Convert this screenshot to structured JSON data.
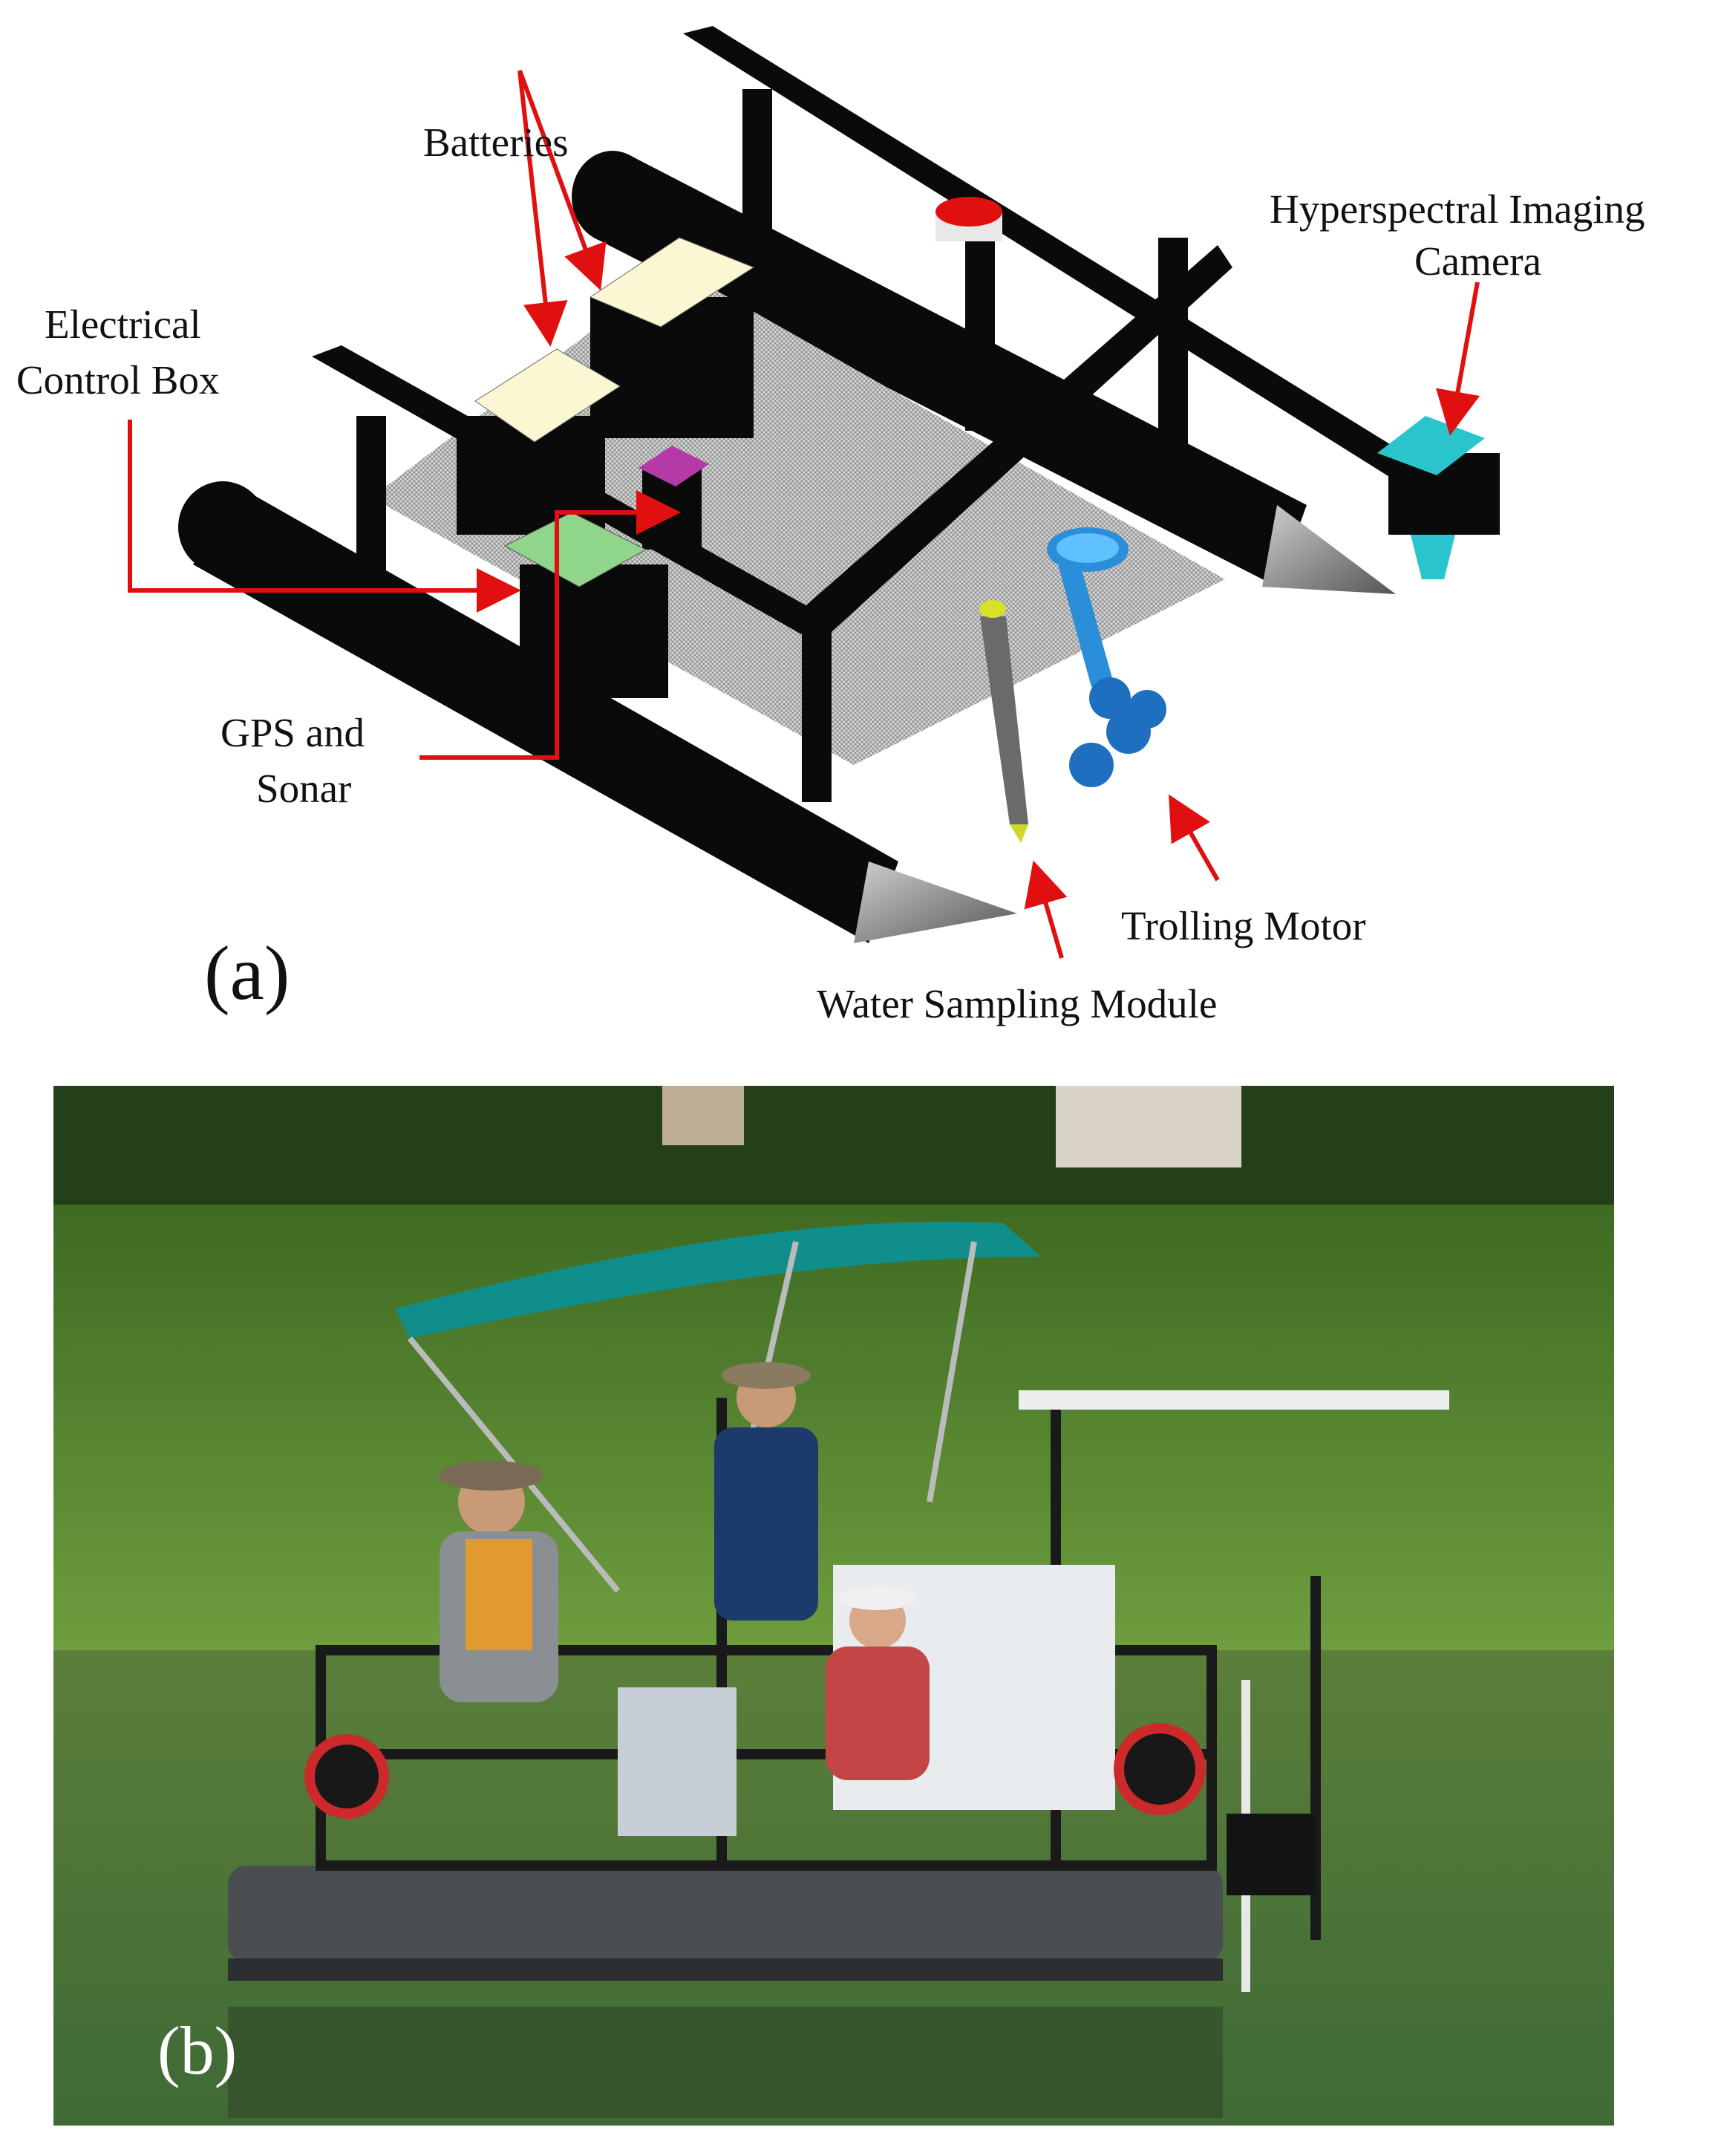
{
  "panel_a": {
    "label": "(a)",
    "callouts": {
      "batteries": "Batteries",
      "camera_line1": "Hyperspectral Imaging",
      "camera_line2": "Camera",
      "control_line1": "Electrical",
      "control_line2": "Control Box",
      "gps_line1": "GPS  and",
      "gps_line2": "Sonar",
      "trolling": "Trolling Motor",
      "sampling": "Water Sampling Module"
    }
  },
  "panel_b": {
    "label": "(b)"
  },
  "colors": {
    "frame": "#0a0a0a",
    "deck_mesh": "#c9c9c9",
    "battery": "#fbf7d3",
    "control_box": "#8fd58a",
    "gps_box": "#b53aa8",
    "camera": "#29c4cc",
    "motor": "#2a8fd8",
    "arrow": "#e01010",
    "canopy": "#0f8e8c",
    "water": "#4f7a3c",
    "grass": "#5f8f35"
  }
}
